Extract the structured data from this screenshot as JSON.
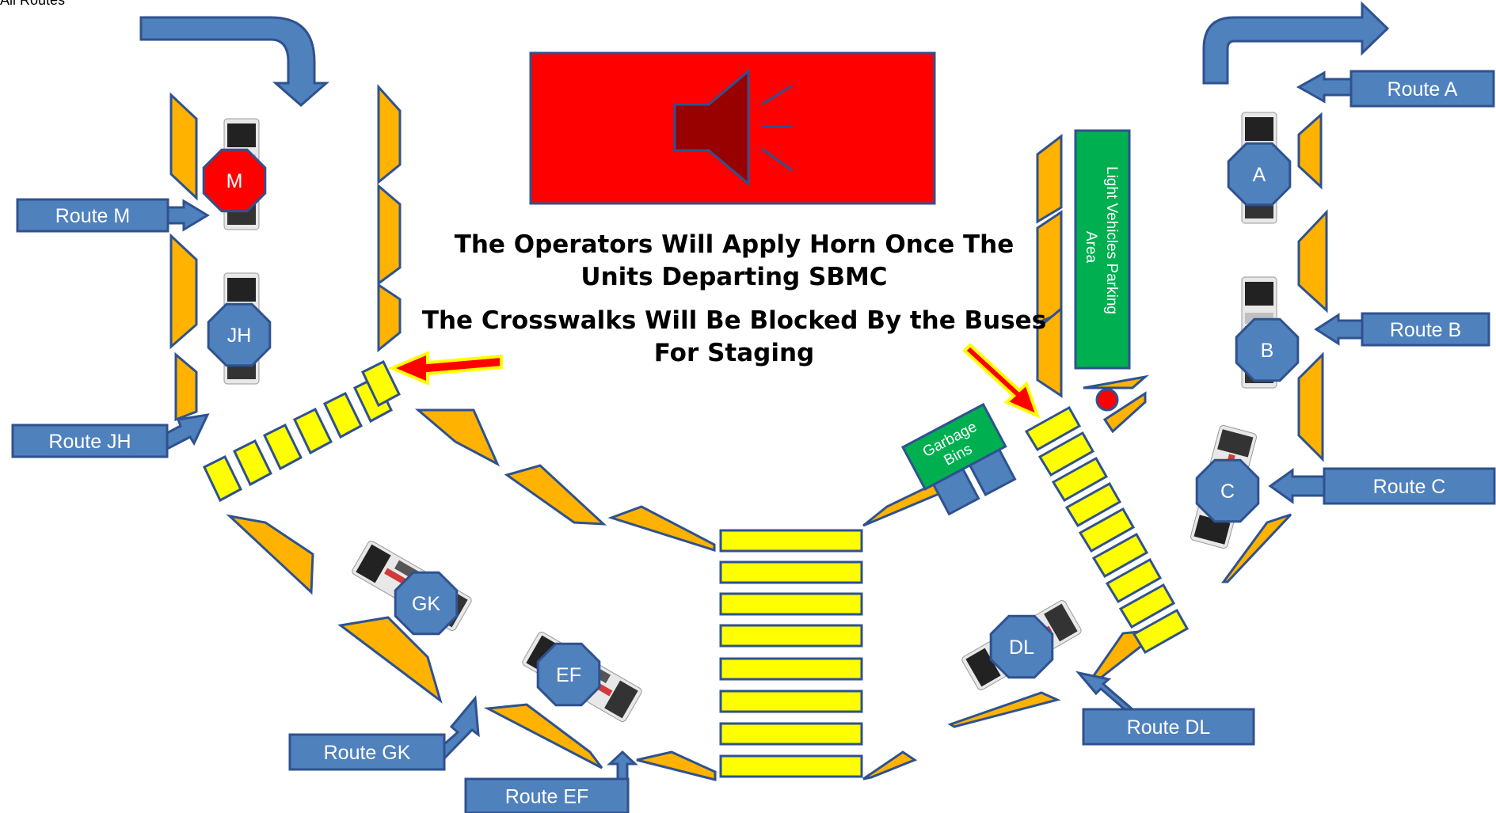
{
  "corner_label": "All Routes",
  "horn_banner": {
    "color": "#ff0000",
    "icon": "speaker-horn-icon"
  },
  "notes": {
    "horn_line1": "The Operators Will Apply Horn Once The",
    "horn_line2": "Units Departing SBMC",
    "crosswalk_line1": "The Crosswalks Will Be Blocked By the Buses",
    "crosswalk_line2": "For Staging"
  },
  "parking_label_line1": "Light Vehicles Parking",
  "parking_label_line2": "Area",
  "garbage_label_line1": "Garbage",
  "garbage_label_line2": "Bins",
  "routes": {
    "m": "Route M",
    "jh": "Route  JH",
    "gk": "Route GK",
    "ef": "Route EF",
    "dl": "Route  DL",
    "c": "Route C",
    "b": "Route B",
    "a": "Route A"
  },
  "stops": {
    "m": "M",
    "jh": "JH",
    "gk": "GK",
    "ef": "EF",
    "dl": "DL",
    "a": "A",
    "b": "B",
    "c": "C"
  },
  "colors": {
    "route_box": "#4f81bd",
    "barrier": "#ffb300",
    "crosswalk": "#ffff00",
    "parking": "#00b050",
    "warning_arrow": "#ff0000"
  }
}
